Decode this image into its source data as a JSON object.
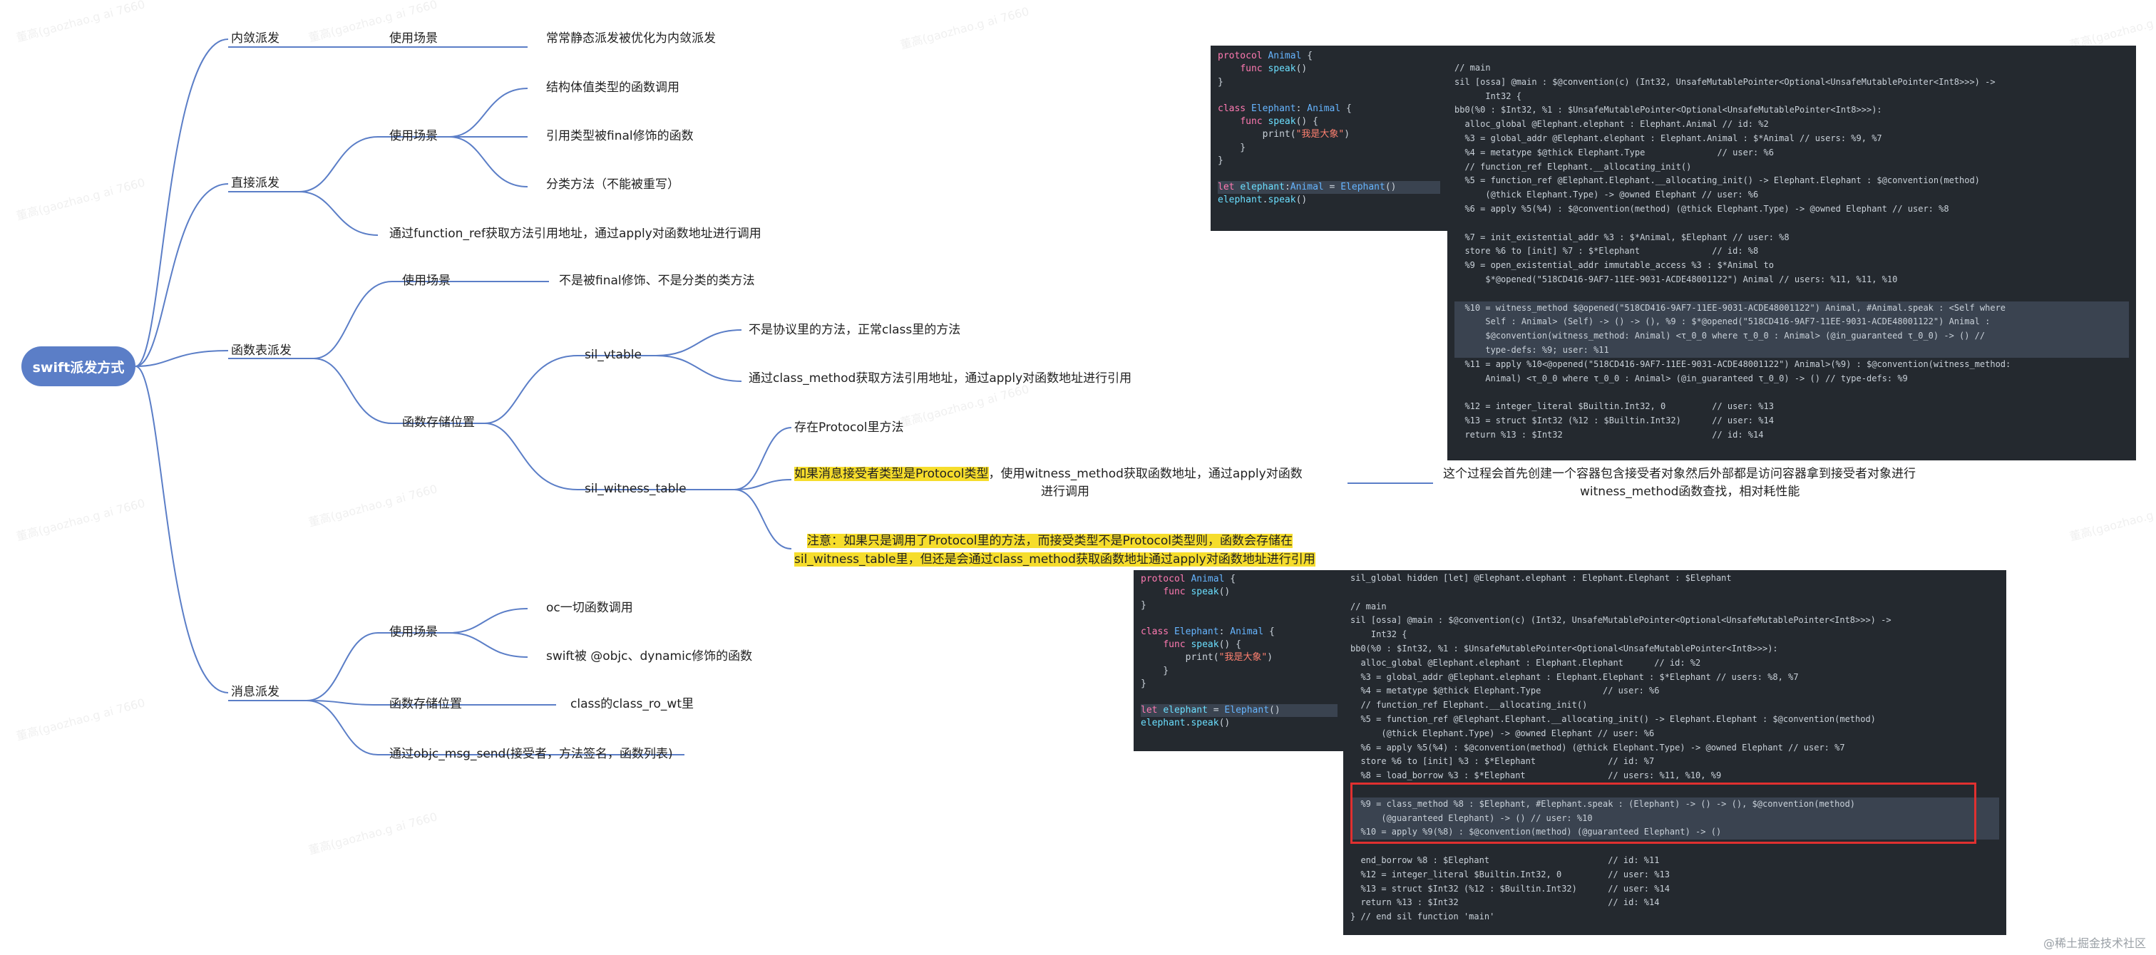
{
  "root": "swift派发方式",
  "branches": {
    "direct": {
      "label": "内敛派发",
      "scene": "使用场景",
      "scene_desc": "常常静态派发被优化为内敛派发"
    },
    "static": {
      "label": "直接派发",
      "scene": "使用场景",
      "items": [
        "结构体值类型的函数调用",
        "引用类型被final修饰的函数",
        "分类方法（不能被重写）"
      ],
      "note": "通过function_ref获取方法引用地址，通过apply对函数地址进行调用"
    },
    "table": {
      "label": "函数表派发",
      "scene": "使用场景",
      "scene_desc": "不是被final修饰、不是分类的类方法",
      "storage": "函数存储位置",
      "vtable": {
        "label": "sil_vtable",
        "items": [
          "不是协议里的方法，正常class里的方法",
          "通过class_method获取方法引用地址，通过apply对函数地址进行引用"
        ]
      },
      "witness": {
        "label": "sil_witness_table",
        "item1": "存在Protocol里方法",
        "item2_hl": "如果消息接受者类型是Protocol类型",
        "item2_rest": "，使用witness_method获取函数地址，通过apply对函数",
        "item2_line2": "进行调用",
        "item2_detail_1": "这个过程会首先创建一个容器包含接受者对象然后外部都是访问容器拿到接受者对象进行",
        "item2_detail_2": "witness_method函数查找，相对耗性能",
        "note_line1": "注意：如果只是调用了Protocol里的方法，而接受类型不是Protocol类型则，函数会存储在",
        "note_line2": "sil_witness_table里，但还是会通过class_method获取函数地址通过apply对函数地址进行引用"
      }
    },
    "message": {
      "label": "消息派发",
      "scene": "使用场景",
      "items": [
        "oc一切函数调用",
        "swift被 @objc、dynamic修饰的函数"
      ],
      "storage": "函数存储位置",
      "storage_desc": "class的class_ro_wt里",
      "note": "通过objc_msg_send(接受者，方法签名，函数列表)"
    }
  },
  "code_top_left": [
    "protocol Animal {",
    "····func speak()",
    "}",
    "",
    "class Elephant: Animal {",
    "····func speak() {",
    "········print(\"我是大象\")",
    "····}",
    "}",
    "",
    "let elephant:Animal = Elephant()",
    "elephant.speak()"
  ],
  "code_top_right": [
    "// main",
    "sil [ossa] @main : $@convention(c) (Int32, UnsafeMutablePointer<Optional<UnsafeMutablePointer<Int8>>>) ->",
    "      Int32 {",
    "bb0(%0 : $Int32, %1 : $UnsafeMutablePointer<Optional<UnsafeMutablePointer<Int8>>>):",
    "  alloc_global @Elephant.elephant : Elephant.Animal // id: %2",
    "  %3 = global_addr @Elephant.elephant : Elephant.Animal : $*Animal // users: %9, %7",
    "  %4 = metatype $@thick Elephant.Type              // user: %6",
    "  // function_ref Elephant.__allocating_init()",
    "  %5 = function_ref @Elephant.Elephant.__allocating_init() -> Elephant.Elephant : $@convention(method)",
    "      (@thick Elephant.Type) -> @owned Elephant // user: %6",
    "  %6 = apply %5(%4) : $@convention(method) (@thick Elephant.Type) -> @owned Elephant // user: %8",
    "",
    "  %7 = init_existential_addr %3 : $*Animal, $Elephant // user: %8",
    "  store %6 to [init] %7 : $*Elephant              // id: %8",
    "  %9 = open_existential_addr immutable_access %3 : $*Animal to",
    "      $*@opened(\"518CD416-9AF7-11EE-9031-ACDE48001122\") Animal // users: %11, %11, %10",
    "",
    "  %10 = witness_method $@opened(\"518CD416-9AF7-11EE-9031-ACDE48001122\") Animal, #Animal.speak : <Self where",
    "      Self : Animal> (Self) -> () -> (), %9 : $*@opened(\"518CD416-9AF7-11EE-9031-ACDE48001122\") Animal :",
    "      $@convention(witness_method: Animal) <τ_0_0 where τ_0_0 : Animal> (@in_guaranteed τ_0_0) -> () //",
    "      type-defs: %9; user: %11",
    "  %11 = apply %10<@opened(\"518CD416-9AF7-11EE-9031-ACDE48001122\") Animal>(%9) : $@convention(witness_method:",
    "      Animal) <τ_0_0 where τ_0_0 : Animal> (@in_guaranteed τ_0_0) -> () // type-defs: %9",
    "",
    "  %12 = integer_literal $Builtin.Int32, 0         // user: %13",
    "  %13 = struct $Int32 (%12 : $Builtin.Int32)      // user: %14",
    "  return %13 : $Int32                             // id: %14"
  ],
  "code_bottom_left": [
    "protocol Animal {",
    "····func speak()",
    "}",
    "",
    "class Elephant: Animal {",
    "····func speak() {",
    "········print(\"我是大象\")",
    "····}",
    "}",
    "",
    "let elephant = Elephant()",
    "elephant.speak()"
  ],
  "code_bottom_right": [
    "sil_global hidden [let] @Elephant.elephant : Elephant.Elephant : $Elephant",
    "",
    "// main",
    "sil [ossa] @main : $@convention(c) (Int32, UnsafeMutablePointer<Optional<UnsafeMutablePointer<Int8>>>) ->",
    "    Int32 {",
    "bb0(%0 : $Int32, %1 : $UnsafeMutablePointer<Optional<UnsafeMutablePointer<Int8>>>):",
    "  alloc_global @Elephant.elephant : Elephant.Elephant      // id: %2",
    "  %3 = global_addr @Elephant.elephant : Elephant.Elephant : $*Elephant // users: %8, %7",
    "  %4 = metatype $@thick Elephant.Type            // user: %6",
    "  // function_ref Elephant.__allocating_init()",
    "  %5 = function_ref @Elephant.Elephant.__allocating_init() -> Elephant.Elephant : $@convention(method)",
    "      (@thick Elephant.Type) -> @owned Elephant // user: %6",
    "  %6 = apply %5(%4) : $@convention(method) (@thick Elephant.Type) -> @owned Elephant // user: %7",
    "  store %6 to [init] %3 : $*Elephant              // id: %7",
    "  %8 = load_borrow %3 : $*Elephant                // users: %11, %10, %9",
    "",
    "  %9 = class_method %8 : $Elephant, #Elephant.speak : (Elephant) -> () -> (), $@convention(method)",
    "      (@guaranteed Elephant) -> () // user: %10",
    "  %10 = apply %9(%8) : $@convention(method) (@guaranteed Elephant) -> ()",
    "",
    "  end_borrow %8 : $Elephant                       // id: %11",
    "  %12 = integer_literal $Builtin.Int32, 0         // user: %13",
    "  %13 = struct $Int32 (%12 : $Builtin.Int32)      // user: %14",
    "  return %13 : $Int32                             // id: %14",
    "} // end sil function 'main'"
  ],
  "watermark": "董高(gaozhao.g ai 7660",
  "footer": "@稀土掘金技术社区",
  "colors": {
    "root": "#5b7ec7",
    "lines": "#5b7ec7",
    "highlight": "#f6dd2c",
    "code_bg": "#24292f",
    "red_box": "#e03030"
  }
}
